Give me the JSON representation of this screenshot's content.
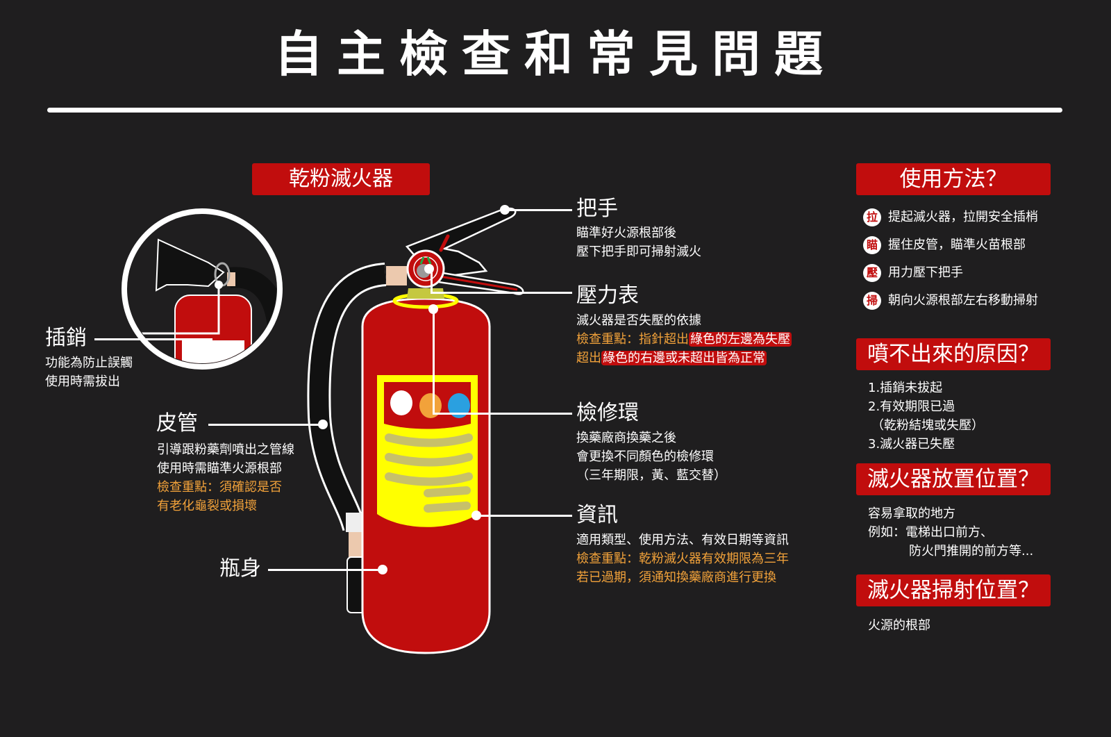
{
  "title": "自主檢查和常見問題",
  "extinguisher_type": "乾粉滅火器",
  "parts": {
    "pin": {
      "label": "插銷",
      "lines": [
        "功能為防止誤觸",
        "使用時需拔出"
      ]
    },
    "hose": {
      "label": "皮管",
      "lines": [
        "引導跟粉藥劑噴出之管線",
        "使用時需瞄準火源根部"
      ],
      "check_lines": [
        "檢查重點：須確認是否",
        "有老化龜裂或損壞"
      ]
    },
    "body": {
      "label": "瓶身"
    },
    "handle": {
      "label": "把手",
      "lines": [
        "瞄準好火源根部後",
        "壓下把手即可掃射滅火"
      ]
    },
    "gauge": {
      "label": "壓力表",
      "lines": [
        "滅火器是否失壓的依據"
      ],
      "check_prefix": "檢查重點：指針超出",
      "check_highlight1": "綠色的左邊為失壓",
      "check_prefix2": "超出",
      "check_highlight2": "綠色的右邊或未超出皆為正常"
    },
    "ring": {
      "label": "檢修環",
      "lines": [
        "換藥廠商換藥之後",
        "會更換不同顏色的檢修環",
        "（三年期限，黃、藍交替）"
      ]
    },
    "info": {
      "label": "資訊",
      "lines": [
        "適用類型、使用方法、有效日期等資訊"
      ],
      "check_lines": [
        "檢查重點：乾粉滅火器有效期限為三年",
        "若已過期，須通知換藥廠商進行更換"
      ]
    }
  },
  "usage": {
    "heading": "使用方法？",
    "steps": [
      {
        "badge": "拉",
        "text": "提起滅火器，拉開安全插梢"
      },
      {
        "badge": "瞄",
        "text": "握住皮管，瞄準火苗根部"
      },
      {
        "badge": "壓",
        "text": "用力壓下把手"
      },
      {
        "badge": "掃",
        "text": "朝向火源根部左右移動掃射"
      }
    ]
  },
  "no_spray": {
    "heading": "噴不出來的原因？",
    "items": [
      "1.插銷未拔起",
      "2.有效期限已過",
      "（乾粉結塊或失壓）",
      "3.滅火器已失壓"
    ]
  },
  "placement": {
    "heading": "滅火器放置位置？",
    "lines": [
      "容易拿取的地方",
      "例如：電梯出口前方、",
      "防火門推開的前方等..."
    ]
  },
  "aim": {
    "heading": "滅火器掃射位置？",
    "lines": [
      "火源的根部"
    ]
  },
  "colors": {
    "background": "#1f1e1f",
    "accent_red": "#c10d0d",
    "highlight_orange": "#f2a23a",
    "label_yellow": "#ffff00"
  }
}
